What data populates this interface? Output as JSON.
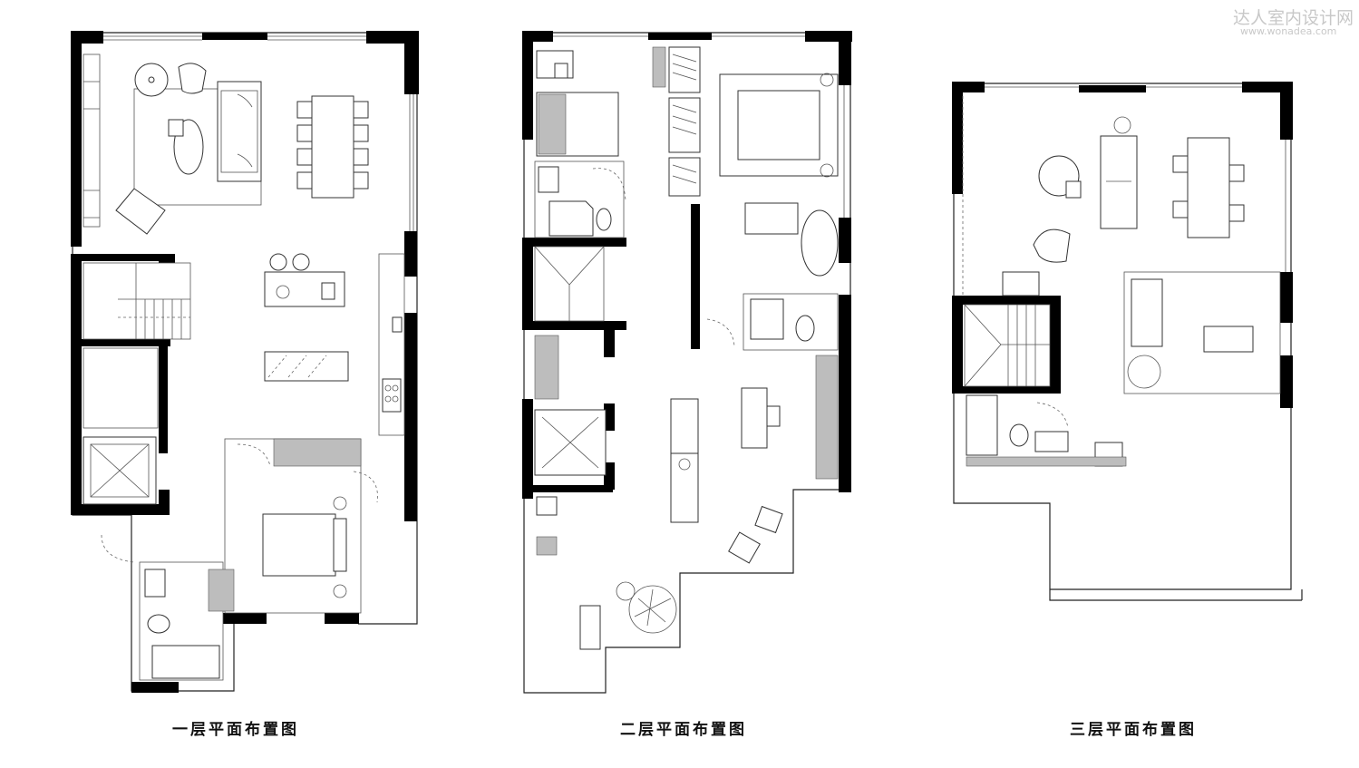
{
  "watermark": {
    "title": "达人室内设计网",
    "url": "www.wonadea.com"
  },
  "captions": {
    "floor1": "一层平面布置图",
    "floor2": "二层平面布置图",
    "floor3": "三层平面布置图"
  },
  "colors": {
    "wall": "#000000",
    "line": "#222222",
    "hatch": "#bdbdbd",
    "background": "#ffffff",
    "watermark": "#c8c8c8"
  }
}
